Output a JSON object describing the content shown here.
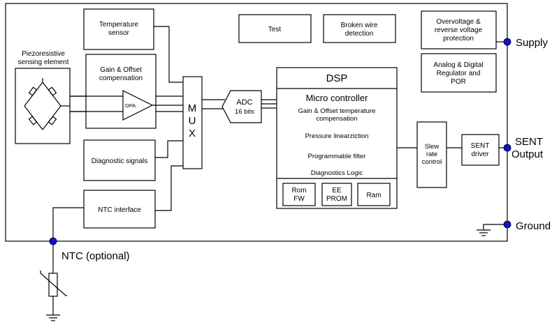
{
  "blocks": {
    "temperature_sensor": [
      "Temperature",
      "sensor"
    ],
    "gain_offset": [
      "Gain & Offset",
      "compensation"
    ],
    "opa": "OPA",
    "piezo": [
      "Piezoresistive",
      "sensing element"
    ],
    "diagnostic_signals": "Diagnostic signals",
    "ntc_interface": "NTC interface",
    "mux": [
      "M",
      "U",
      "X"
    ],
    "adc": [
      "ADC",
      "16 bits"
    ],
    "test": "Test",
    "broken_wire": [
      "Broken wire",
      "detection"
    ],
    "overvoltage": [
      "Overvoltage &",
      "reverse voltage",
      "protection"
    ],
    "regulator": [
      "Analog & Digital",
      "Regulator and",
      "POR"
    ],
    "dsp": {
      "title": "DSP",
      "mc_title": "Micro controller",
      "gain_temp": [
        "Gain & Offset temperature",
        "compensation"
      ],
      "pressure": "Pressure linearziction",
      "filter": "Programmable filter",
      "diagnostics": "Diagnostics Logic",
      "rom": [
        "Rom",
        "FW"
      ],
      "eeprom": [
        "EE",
        "PROM"
      ],
      "ram": "Ram"
    },
    "slew": [
      "Slew",
      "rate",
      "control"
    ],
    "sent_driver": [
      "SENT",
      "driver"
    ]
  },
  "pins": {
    "supply": "Supply",
    "sent_output": [
      "SENT",
      "Output"
    ],
    "ground": "Ground",
    "ntc": "NTC (optional)"
  },
  "colors": {
    "pin": "#1010d8",
    "line": "#000000"
  }
}
